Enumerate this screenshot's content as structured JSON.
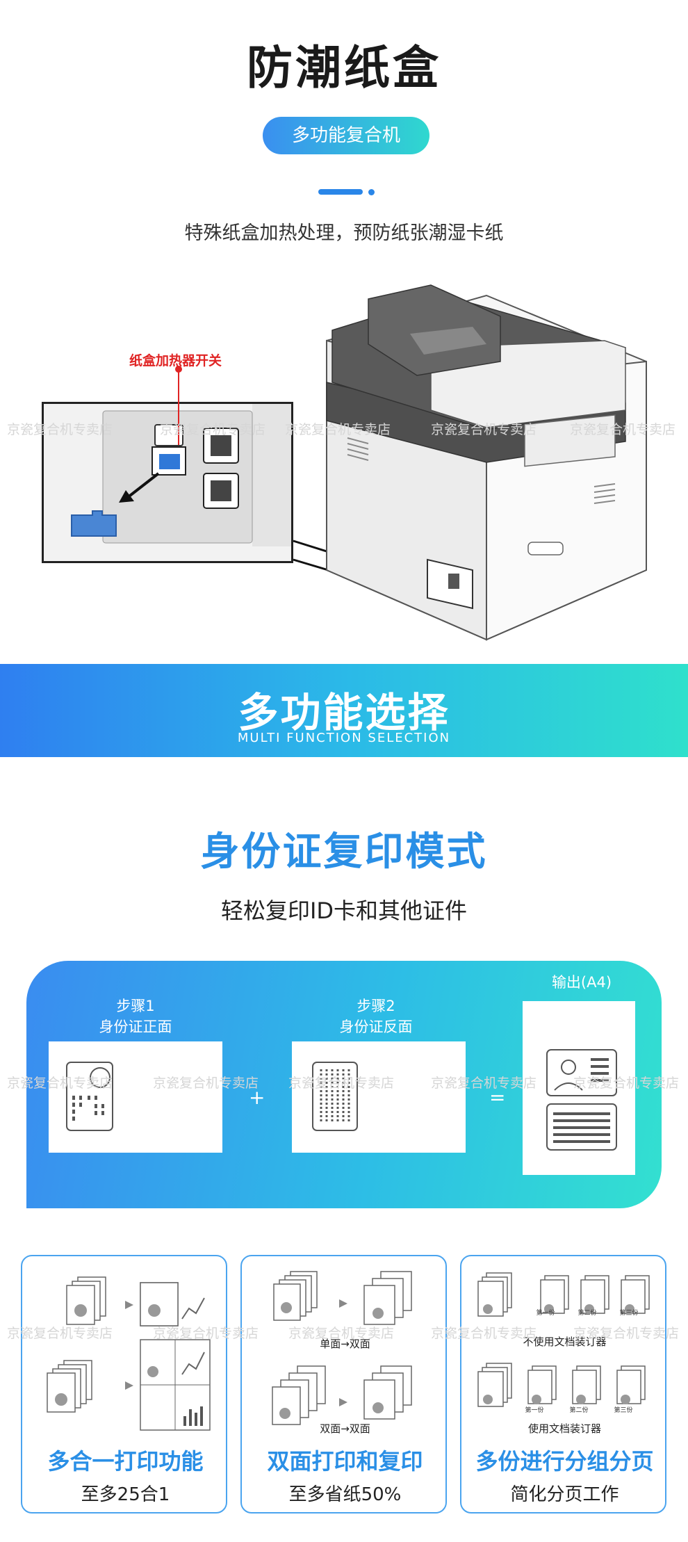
{
  "section1": {
    "title": "防潮纸盒",
    "pill_label": "多功能复合机",
    "subtitle": "特殊纸盒加热处理，预防纸张潮湿卡纸",
    "heater_label": "纸盒加热器开关"
  },
  "watermark": "京瓷复合机专卖店",
  "banner": {
    "title": "多功能选择",
    "subtitle": "MULTI FUNCTION SELECTION"
  },
  "id_copy": {
    "title": "身份证复印模式",
    "subtitle": "轻松复印ID卡和其他证件",
    "output_label": "输出(A4)",
    "step1_line1": "步骤1",
    "step1_line2": "身份证正面",
    "step2_line1": "步骤2",
    "step2_line2": "身份证反面",
    "plus": "+",
    "equals": "="
  },
  "features": [
    {
      "title": "多合一打印功能",
      "subtitle": "至多25合1"
    },
    {
      "title": "双面打印和复印",
      "subtitle": "至多省纸50%",
      "caption1": "单面→双面",
      "caption2": "双面→双面"
    },
    {
      "title": "多份进行分组分页",
      "subtitle": "简化分页工作",
      "caption1": "不使用文档装订器",
      "caption2": "使用文档装订器",
      "copy1": "第一份",
      "copy2": "第二份",
      "copy3": "第三份"
    }
  ],
  "colors": {
    "accent_blue": "#2a8fe6",
    "accent_teal": "#2fd8cf",
    "alert_red": "#e02424"
  }
}
